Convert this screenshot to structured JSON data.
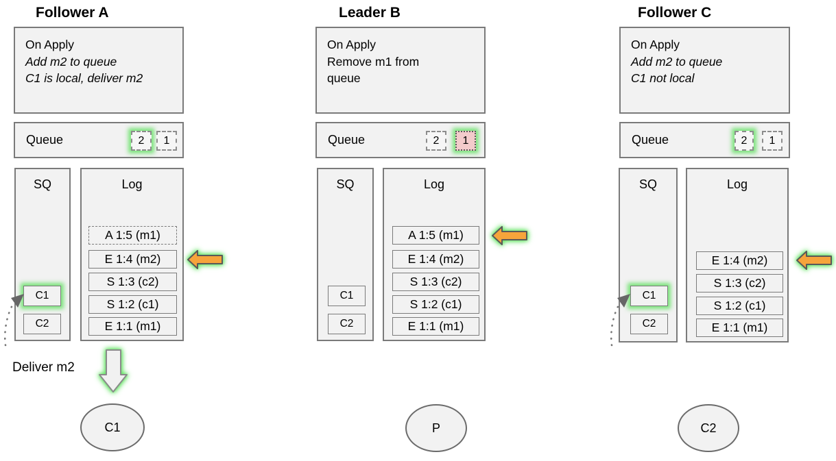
{
  "a": {
    "title": "Follower A",
    "apply_lines": [
      "On Apply",
      "Add m2 to queue",
      "C1 is local, deliver m2"
    ],
    "queue_label": "Queue",
    "queue_slot_2": "2",
    "queue_slot_1": "1",
    "sq_header": "SQ",
    "sq_item_1": "C1",
    "sq_item_2": "C2",
    "log_header": "Log",
    "log_entries": [
      "A 1:5 (m1)",
      "E 1:4 (m2)",
      "S 1:3 (c2)",
      "S 1:2 (c1)",
      "E 1:1 (m1)"
    ],
    "deliver_label": "Deliver m2",
    "node_label": "C1"
  },
  "b": {
    "title": "Leader B",
    "apply_lines": [
      "On Apply",
      "Remove m1 from",
      "queue"
    ],
    "queue_label": "Queue",
    "queue_slot_2": "2",
    "queue_slot_1": "1",
    "sq_header": "SQ",
    "sq_item_1": "C1",
    "sq_item_2": "C2",
    "log_header": "Log",
    "log_entries": [
      "A 1:5 (m1)",
      "E 1:4 (m2)",
      "S 1:3 (c2)",
      "S 1:2 (c1)",
      "E 1:1 (m1)"
    ],
    "node_label": "P"
  },
  "c": {
    "title": "Follower C",
    "apply_lines": [
      "On Apply",
      "Add m2 to queue",
      "C1 not local"
    ],
    "queue_label": "Queue",
    "queue_slot_2": "2",
    "queue_slot_1": "1",
    "sq_header": "SQ",
    "sq_item_1": "C1",
    "sq_item_2": "C2",
    "log_header": "Log",
    "log_entries": [
      "E 1:4 (m2)",
      "S 1:3 (c2)",
      "S 1:2 (c1)",
      "E 1:1 (m1)"
    ],
    "node_label": "C2"
  },
  "colors": {
    "highlight_glow_green": "#66e166",
    "arrow_orange": "#f6a43b",
    "queue_removed_pink": "#f3cbcb",
    "box_fill_gray": "#f2f2f2"
  }
}
